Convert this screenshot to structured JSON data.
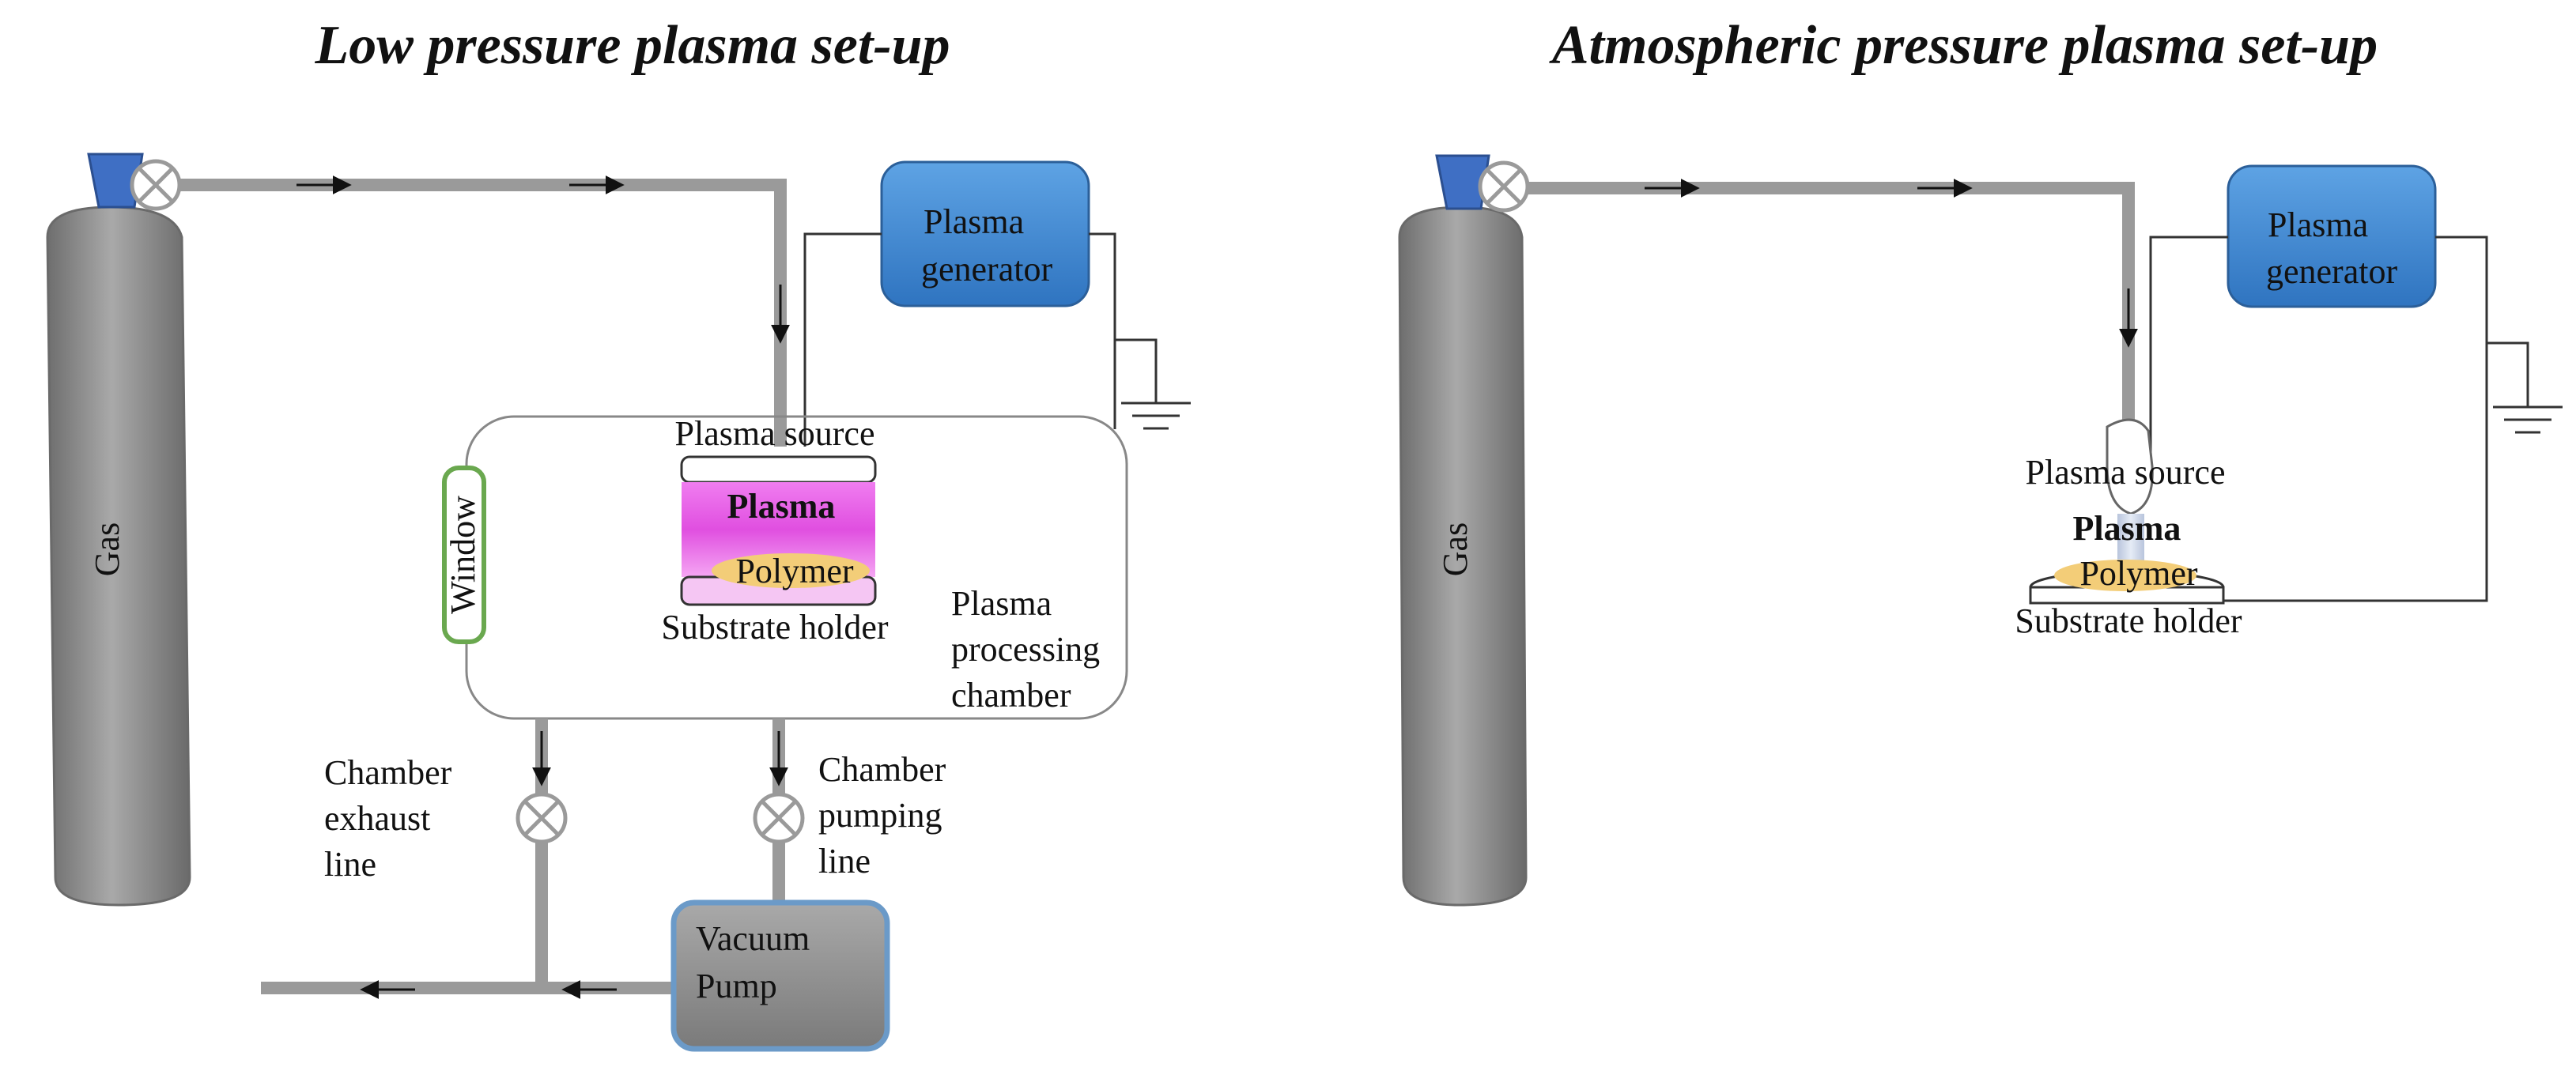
{
  "diagrams": {
    "low": {
      "title": "Low pressure plasma set-up",
      "gas": "Gas",
      "generator_line1": "Plasma",
      "generator_line2": "generator",
      "plasma_source": "Plasma source",
      "plasma": "Plasma",
      "polymer": "Polymer",
      "substrate_holder": "Substrate holder",
      "window": "Window",
      "chamber_line1": "Plasma",
      "chamber_line2": "processing",
      "chamber_line3": "chamber",
      "exhaust_line1": "Chamber",
      "exhaust_line2": "exhaust",
      "exhaust_line3": "line",
      "pumping_line1": "Chamber",
      "pumping_line2": "pumping",
      "pumping_line3": "line",
      "pump_line1": "Vacuum",
      "pump_line2": "Pump"
    },
    "atm": {
      "title": "Atmospheric pressure plasma set-up",
      "gas": "Gas",
      "generator_line1": "Plasma",
      "generator_line2": "generator",
      "plasma_source": "Plasma source",
      "plasma": "Plasma",
      "polymer": "Polymer",
      "substrate_holder": "Substrate holder"
    }
  },
  "colors": {
    "pipe": "#9a9a9a",
    "gas_cylinder": "#8c8c8c",
    "valve_cap": "#3f6fc4",
    "generator": "#3d86cf",
    "plasma": "#e85ce6",
    "polymer": "#f3cd78",
    "window_border": "#6aa84f",
    "vacuum_pump": "#8a8a8a"
  }
}
